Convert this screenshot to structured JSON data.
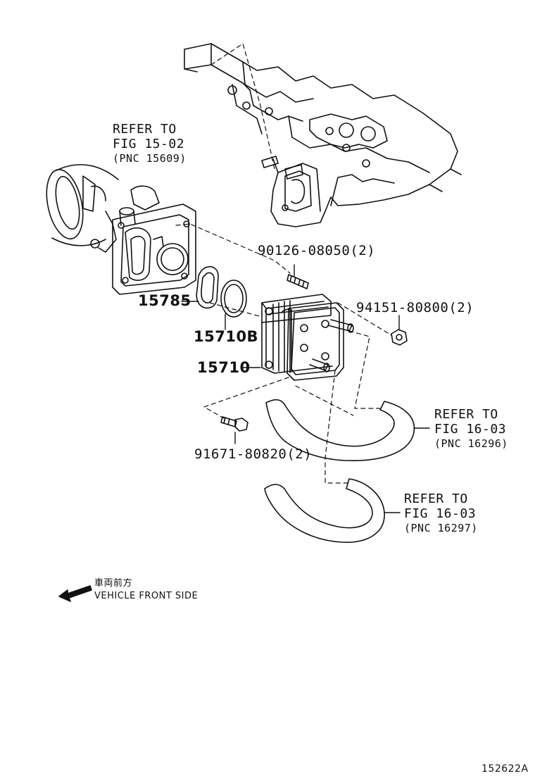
{
  "callouts": {
    "p15785": "15785",
    "p15710b": "15710B",
    "p15710": "15710",
    "p90126": "90126-08050(2)",
    "p94151": "94151-80800(2)",
    "p91671": "91671-80820(2)"
  },
  "references": {
    "ref_top": {
      "line1": "REFER TO",
      "line2": "FIG 15-02",
      "line3": "(PNC 15609)"
    },
    "ref_mid": {
      "line1": "REFER TO",
      "line2": "FIG 16-03",
      "line3": "(PNC 16296)"
    },
    "ref_low": {
      "line1": "REFER TO",
      "line2": "FIG 16-03",
      "line3": "(PNC 16297)"
    }
  },
  "direction": {
    "japanese": "車両前方",
    "english": "VEHICLE FRONT SIDE"
  },
  "figure_id": "152622A"
}
